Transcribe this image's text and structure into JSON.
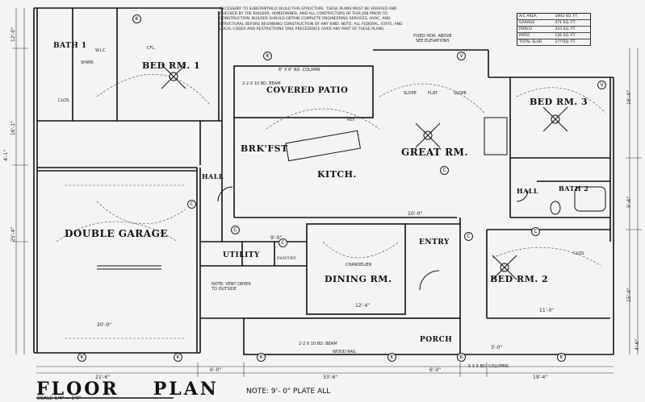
{
  "plan": {
    "title_floor": "FLOOR",
    "title_plan": "PLAN",
    "scale": "SCALE 1/4\" = 1'0\"",
    "plate_note": "NOTE: 9'- 0\" PLATE ALL"
  },
  "notes_block": "NECESSARY TO SUBSTANTIALLY BUILD THIS STRUCTURE. THESE PLANS MUST BE VERIFIED AND CHECKED BY THE BUILDER, HOMEOWNER, AND ALL CONTRACTORS OF THIS JOB PRIOR TO CONSTRUCTION. BUILDER SHOULD OBTAIN COMPLETE ENGINEERING SERVICES, HVAC, AND STRUCTURAL BEFORE BEGINNING CONSTRUCTION OF ANY KIND. NOTE: ALL FEDERAL, STATE, AND LOCAL CODES AND RESTRICTIONS TAKE PRECEDENCE OVER ANY PART OF THESE PLANS.",
  "area_table": [
    {
      "label": "A/C AREA",
      "value": "1893 SQ. FT."
    },
    {
      "label": "GARAGE",
      "value": "471 SQ. FT."
    },
    {
      "label": "PORCH",
      "value": "343 SQ. FT."
    },
    {
      "label": "PATIO",
      "value": "126 SQ. FT."
    },
    {
      "label": "TOTAL SLAB",
      "value": "2???SQ. FT."
    }
  ],
  "rooms": {
    "bath1": "BATH 1",
    "bed1": "BED RM. 1",
    "covered_patio": "COVERED PATIO",
    "bed3": "BED RM. 3",
    "brkfst": "BRK'FST",
    "kitch": "KITCH.",
    "great_rm": "GREAT RM.",
    "hall_left": "HALL",
    "hall_right": "HALL",
    "bath2": "BATH 2",
    "double_garage": "DOUBLE GARAGE",
    "utility": "UTILITY",
    "pantry": "PANTRY",
    "dining_rm": "DINING RM.",
    "entry": "ENTRY",
    "bed2": "BED RM. 2",
    "porch": "PORCH"
  },
  "labels": {
    "fixed_hdr": "FIXED HDR. ABOVE\nSEE ELEVATIONS",
    "beam_column": "6\" X 6\" BD. COLUMN",
    "beam": "2-2 X 10 BD. BEAM",
    "beam_bottom": "2-2 X 10 BD. BEAM",
    "wood_rail": "WOOD RAIL",
    "vent_note": "NOTE: VENT DRYER\nTO OUTSIDE",
    "columns_note": "5 X 5 BD. COLUMNS",
    "clos": "CLOS.",
    "cfl": "CFL.",
    "wic": "W.I.C.",
    "slope": "SLOPE",
    "flat": "FLAT",
    "shower": "SHWR.",
    "chandelier": "CHANDELIER",
    "ref": "REF."
  },
  "dims": {
    "d_12_0": "12'-0\"",
    "d_16_1": "16'-1\"",
    "d_25_4": "25'-4\"",
    "d_19_4": "19'-4\"",
    "d_21_6": "21'-6\"",
    "d_6_0": "6'-0\"",
    "d_33_6": "33'-6\"",
    "d_6_0b": "6'-0\"",
    "d_4_1": "4'-1\"",
    "d_5_6": "5'-6\"",
    "d_4_6": "4'-6\"",
    "d_9_0": "9'-0\"",
    "d_16_0": "16'-0\"",
    "d_15_0": "15'-0\"",
    "d_10_0": "10'-0\"",
    "d_3_0": "3'-0\"",
    "d_20_0": "20'-0\"",
    "d_11_0": "11'-0\"",
    "d_12_4": "12'-4\""
  },
  "tags": [
    "K",
    "K",
    "K",
    "K",
    "K",
    "K",
    "K",
    "K",
    "V",
    "V",
    "C",
    "C",
    "C",
    "C",
    "C",
    "C"
  ]
}
